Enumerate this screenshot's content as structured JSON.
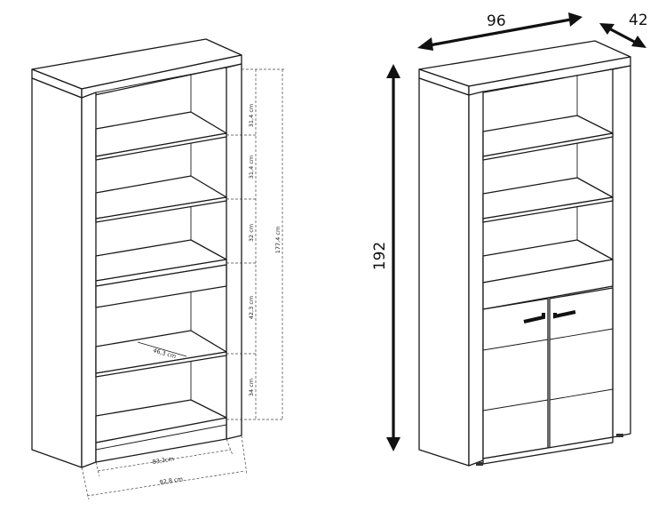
{
  "left_dims": {
    "shelf1": "31,4 cm",
    "shelf2": "31,4 cm",
    "shelf3": "32 cm",
    "shelf4": "42,3 cm",
    "shelf5": "34 cm",
    "total_height": "177,4 cm",
    "depth": "46,3 cm",
    "inner_width": "83,2cm",
    "outer_width": "92,8 cm"
  },
  "right_dims": {
    "width": "96",
    "depth": "42",
    "height": "192"
  }
}
